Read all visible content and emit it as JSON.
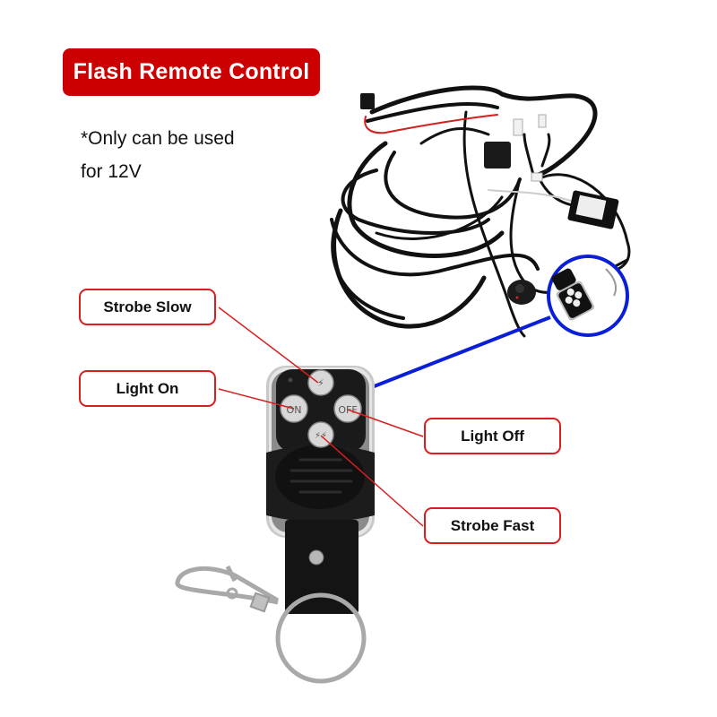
{
  "header": {
    "title": "Flash Remote Control"
  },
  "note": {
    "line1": "*Only can be used",
    "line2": "for 12V"
  },
  "callouts": [
    {
      "id": "strobe-slow",
      "label": "Strobe Slow",
      "target_button": "top"
    },
    {
      "id": "light-on",
      "label": "Light On",
      "target_button": "ON"
    },
    {
      "id": "light-off",
      "label": "Light Off",
      "target_button": "OFF"
    },
    {
      "id": "strobe-fast",
      "label": "Strobe Fast",
      "target_button": "bottom"
    }
  ],
  "remote": {
    "buttons": [
      {
        "position": "top",
        "glyph": "⚡"
      },
      {
        "position": "left",
        "glyph": "ON"
      },
      {
        "position": "right",
        "glyph": "OFF"
      },
      {
        "position": "bottom",
        "glyph": "⚡⚡"
      }
    ]
  },
  "colors": {
    "title_bg": "#cc0000",
    "callout_border": "#d81e1e",
    "leader_line": "#d81e1e",
    "magnifier": "#0a1fd6"
  }
}
